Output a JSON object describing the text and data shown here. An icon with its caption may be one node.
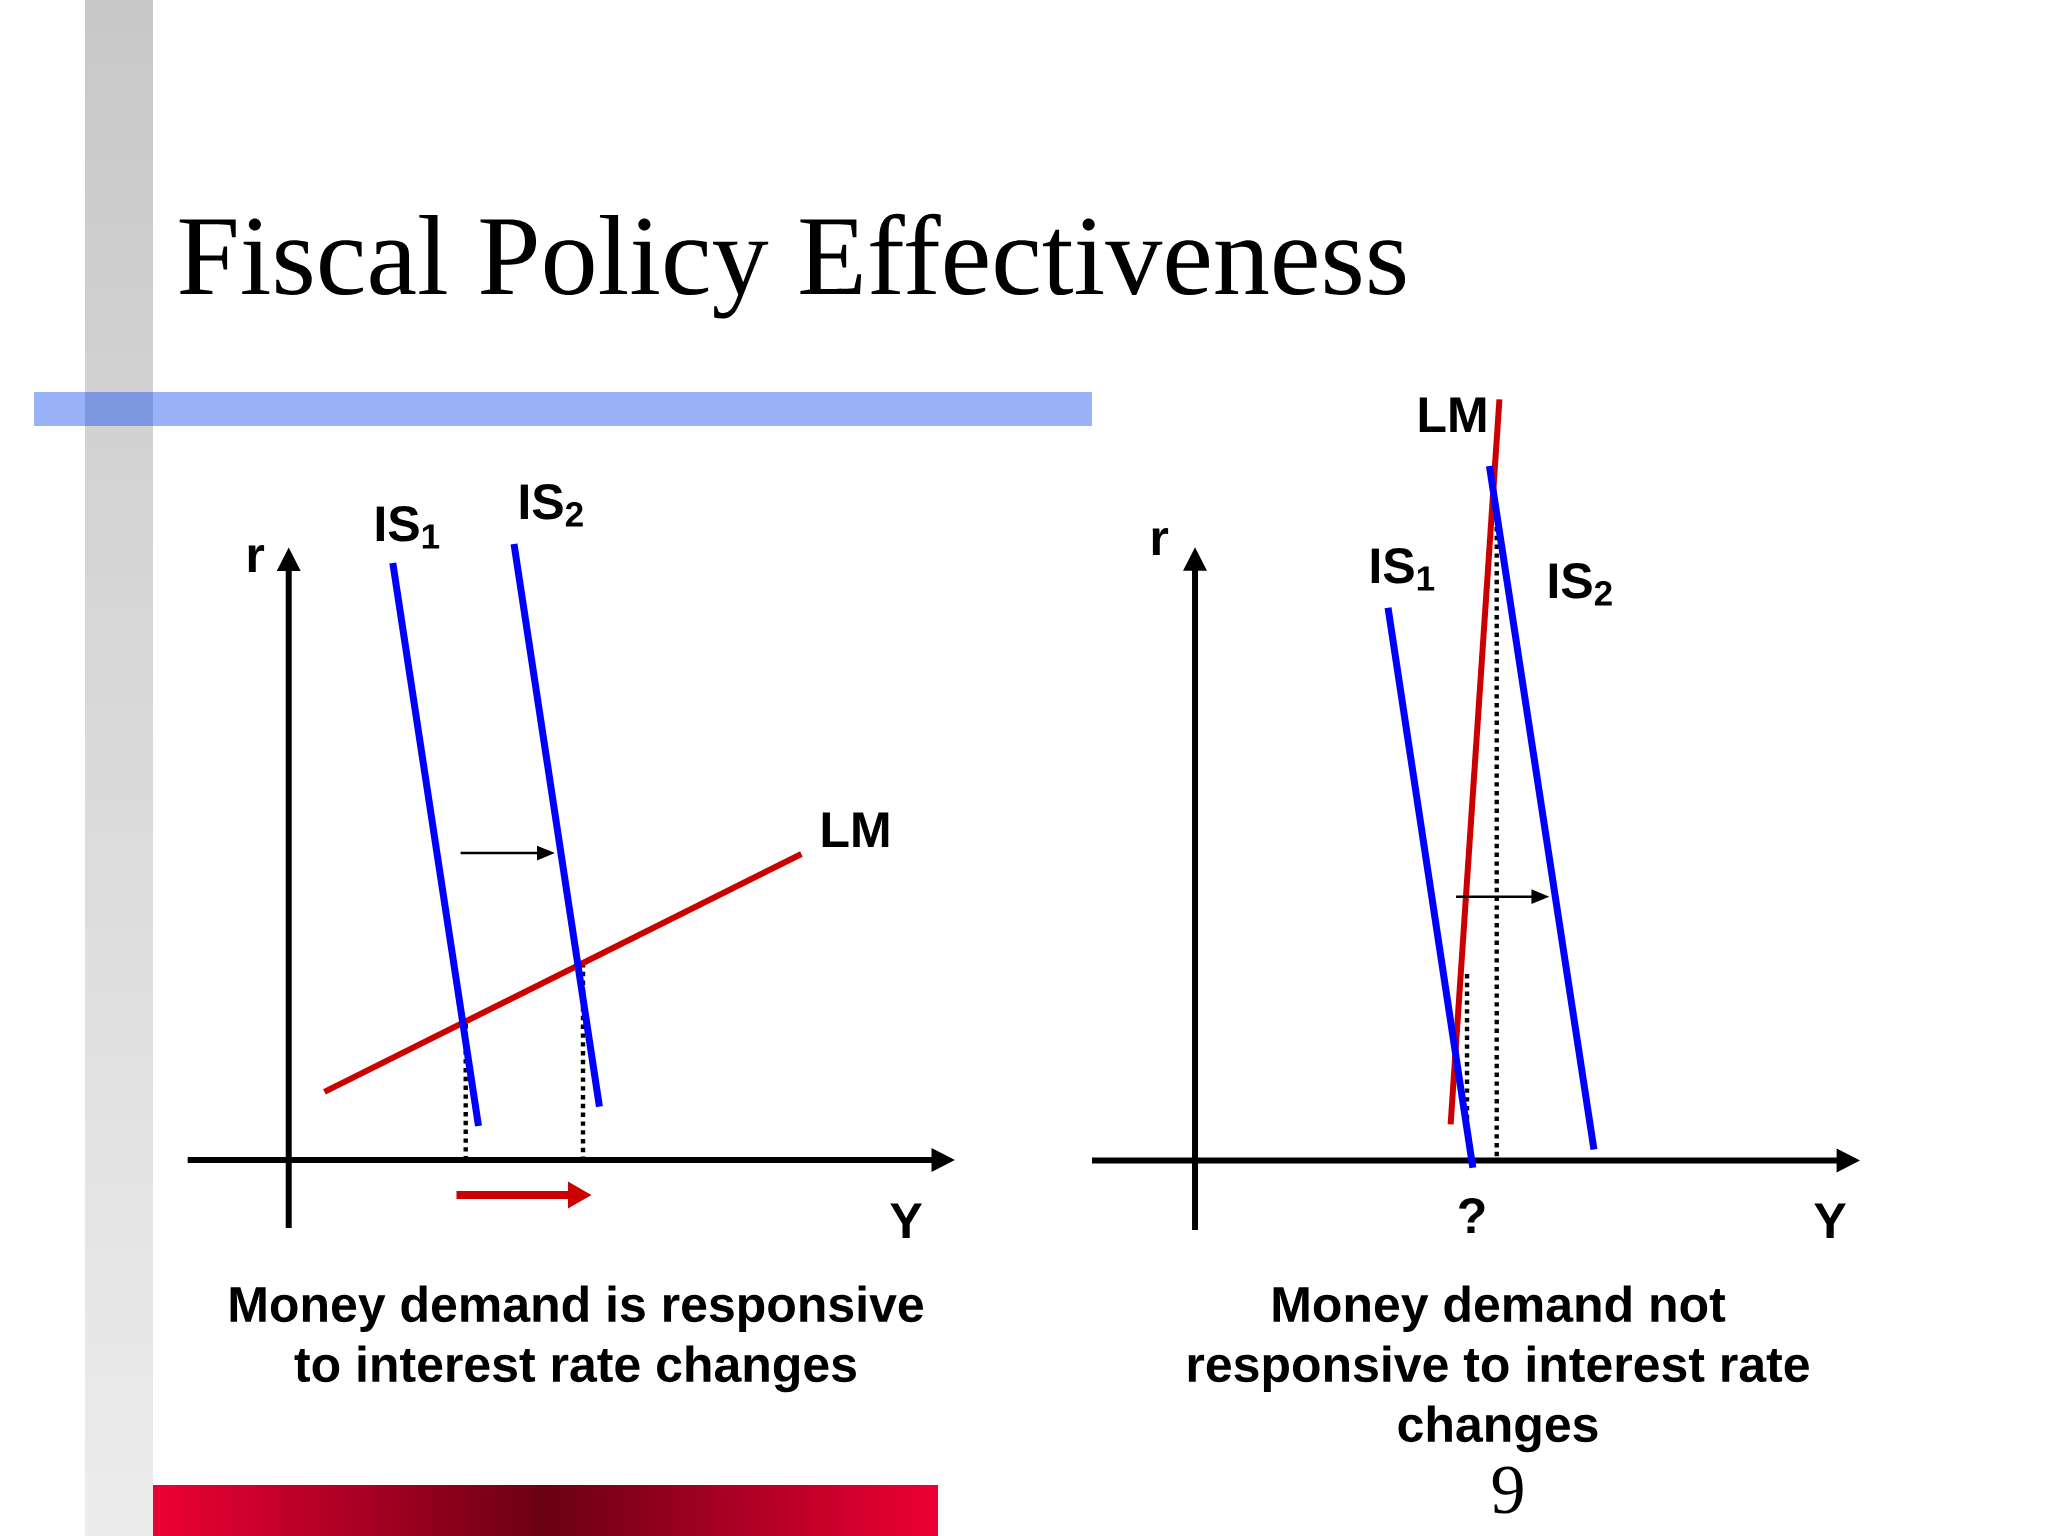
{
  "diagram": {
    "title": "Fiscal Policy Effectiveness",
    "labels": [
      "r",
      "IS$_{1}$",
      "IS$_{2}$",
      "LM",
      "Y",
      "Money demand is responsive to interest rate changes",
      "LM",
      "r",
      "IS$_{1}$",
      "IS$_{2}$",
      "?",
      "Y",
      "Money demand not responsive to interest rate changes",
      "9"
    ]
  }
}
